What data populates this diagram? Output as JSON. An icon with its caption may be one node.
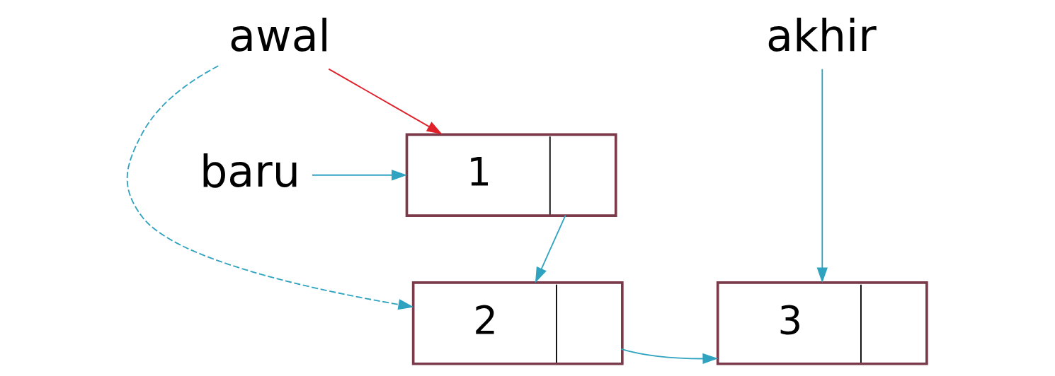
{
  "diagram": {
    "nodes": [
      {
        "text": [
          "awal"
        ]
      },
      {
        "text": [
          "akhir"
        ]
      },
      {
        "text": [
          "2"
        ]
      },
      {
        "text": [
          "3"
        ]
      },
      {
        "text": [
          "baru"
        ]
      },
      {
        "text": [
          "1"
        ]
      }
    ],
    "edges": [
      {
        "from": 0,
        "to": 2,
        "arrow": "to",
        "style": "dashed"
      },
      {
        "from": 0,
        "to": 5,
        "arrow": "to",
        "color": "#e0202a"
      },
      {
        "from": 1,
        "to": 3,
        "arrow": "to"
      },
      {
        "from": 2,
        "to": 3,
        "arrow": "to"
      },
      {
        "from": 5,
        "to": 2,
        "arrow": "to"
      },
      {
        "from": 4,
        "to": 5,
        "arrow": "to"
      }
    ]
  }
}
